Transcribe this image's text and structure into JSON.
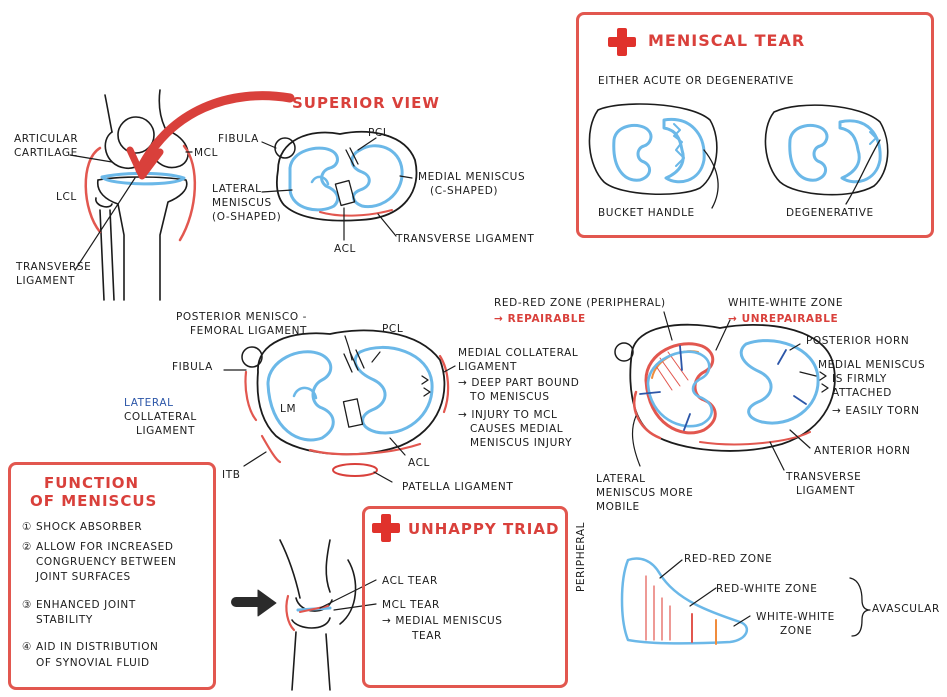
{
  "colors": {
    "red": "#e2574f",
    "blue": "#6bb8e8",
    "dark": "#1c1c1c",
    "label_blue": "#2c56a8"
  },
  "knee_front": {
    "superior_view": "SUPERIOR VIEW",
    "articular_cartilage": [
      "ARTICULAR",
      "CARTILAGE"
    ],
    "mcl": "MCL",
    "lcl": "LCL",
    "transverse_ligament": [
      "TRANSVERSE",
      "LIGAMENT"
    ]
  },
  "top_view": {
    "fibula": "FIBULA",
    "pcl": "PCL",
    "lateral_meniscus": [
      "LATERAL",
      "MENISCUS",
      "(O-SHAPED)"
    ],
    "medial_meniscus": [
      "MEDIAL MENISCUS",
      "(C-SHAPED)"
    ],
    "acl": "ACL",
    "transverse_ligament": "TRANSVERSE LIGAMENT"
  },
  "meniscal_tear": {
    "title": "MENISCAL TEAR",
    "subtitle": "EITHER ACUTE OR DEGENERATIVE",
    "bucket_handle": "BUCKET HANDLE",
    "degenerative": "DEGENERATIVE"
  },
  "mid_view": {
    "posterior_menisco": [
      "POSTERIOR MENISCO -",
      "FEMORAL LIGAMENT"
    ],
    "pcl": "PCL",
    "fibula": "FIBULA",
    "lateral": "LATERAL",
    "collateral_ligament": [
      "COLLATERAL",
      "LIGAMENT"
    ],
    "lm": "LM",
    "acl": "ACL",
    "itb": "ITB",
    "patella_ligament": "PATELLA LIGAMENT",
    "medial_collateral": [
      "MEDIAL COLLATERAL",
      "LIGAMENT"
    ],
    "deep_part": [
      "→ DEEP PART BOUND",
      "TO MENISCUS"
    ],
    "injury": [
      "→ INJURY TO MCL",
      "CAUSES MEDIAL",
      "MENISCUS INJURY"
    ]
  },
  "zones_view": {
    "red_red": "RED-RED ZONE (PERIPHERAL)",
    "repairable": "→ REPAIRABLE",
    "white_white": "WHITE-WHITE ZONE",
    "unrepairable": "→ UNREPAIRABLE",
    "posterior_horn": "POSTERIOR HORN",
    "medial_meniscus": [
      "MEDIAL MENISCUS",
      "IS FIRMLY",
      "ATTACHED"
    ],
    "easily_torn": "→ EASILY TORN",
    "anterior_horn": "ANTERIOR HORN",
    "lateral_mobile": [
      "LATERAL",
      "MENISCUS MORE",
      "MOBILE"
    ],
    "transverse": [
      "TRANSVERSE",
      "LIGAMENT"
    ]
  },
  "function": {
    "title": [
      "FUNCTION",
      "OF MENISCUS"
    ],
    "items": [
      [
        "① SHOCK ABSORBER"
      ],
      [
        "② ALLOW FOR INCREASED",
        "CONGRUENCY BETWEEN",
        "JOINT SURFACES"
      ],
      [
        "③ ENHANCED JOINT",
        "STABILITY"
      ],
      [
        "④ AID IN DISTRIBUTION",
        "OF SYNOVIAL FLUID"
      ]
    ]
  },
  "unhappy_triad": {
    "title": "UNHAPPY TRIAD",
    "acl_tear": "ACL TEAR",
    "mcl_tear": "MCL TEAR",
    "medial_tear": [
      "→ MEDIAL MENISCUS",
      "TEAR"
    ]
  },
  "zone_chart": {
    "peripheral": "PERIPHERAL",
    "red_red": "RED-RED ZONE",
    "red_white": "RED-WHITE ZONE",
    "white_white": [
      "WHITE-WHITE",
      "ZONE"
    ],
    "avascular": "AVASCULAR"
  }
}
